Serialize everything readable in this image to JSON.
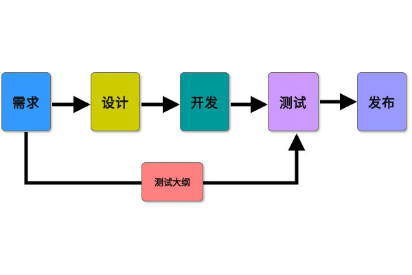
{
  "diagram": {
    "nodes": {
      "requirements": {
        "label": "需求",
        "color": "#3399ff"
      },
      "design": {
        "label": "设计",
        "color": "#cccc00"
      },
      "development": {
        "label": "开发",
        "color": "#009999"
      },
      "testing": {
        "label": "测试",
        "color": "#cc99ff"
      },
      "release": {
        "label": "发布",
        "color": "#9999ff"
      },
      "test_plan": {
        "label": "测试大纲",
        "color": "#ff8080"
      }
    },
    "edges": [
      {
        "from": "需求",
        "to": "设计"
      },
      {
        "from": "设计",
        "to": "开发"
      },
      {
        "from": "开发",
        "to": "测试"
      },
      {
        "from": "测试",
        "to": "发布"
      },
      {
        "from": "需求",
        "to": "测试",
        "via": "测试大纲"
      }
    ],
    "connector_color": "#000000"
  }
}
